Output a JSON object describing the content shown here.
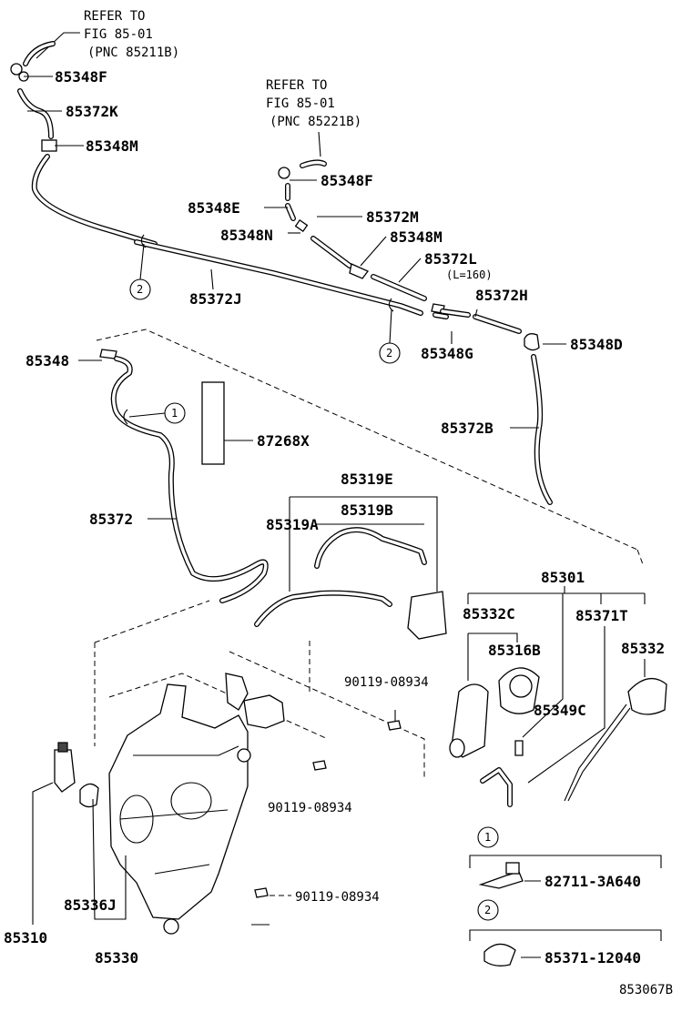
{
  "refer_notes": [
    {
      "line1": "REFER TO",
      "line2": "FIG 85-01",
      "line3": "(PNC 85211B)"
    },
    {
      "line1": "REFER TO",
      "line2": "FIG 85-01",
      "line3": "(PNC 85221B)"
    }
  ],
  "labels": {
    "p85348F_a": "85348F",
    "p85372K": "85372K",
    "p85348M_a": "85348M",
    "p85348F_b": "85348F",
    "p85348E": "85348E",
    "p85372M": "85372M",
    "p85348N": "85348N",
    "p85348M_b": "85348M",
    "p85372L": "85372L",
    "p85372L_note": "(L=160)",
    "p85372J": "85372J",
    "p85372H": "85372H",
    "p85348D": "85348D",
    "p85348G": "85348G",
    "p85348": "85348",
    "p87268X": "87268X",
    "p85372B": "85372B",
    "p85372": "85372",
    "p85319E": "85319E",
    "p85319B": "85319B",
    "p85319A": "85319A",
    "p85301": "85301",
    "p85332C": "85332C",
    "p85371T": "85371T",
    "p85316B": "85316B",
    "p85332": "85332",
    "p85349C": "85349C",
    "p90119_a": "90119-08934",
    "p90119_b": "90119-08934",
    "p90119_c": "90119-08934",
    "p85336J": "85336J",
    "p85310": "85310",
    "p85330": "85330"
  },
  "callouts": {
    "one": "1",
    "two": "2"
  },
  "legend": {
    "one_num": "1",
    "one_part": "82711-3A640",
    "two_num": "2",
    "two_part": "85371-12040"
  },
  "figure_code": "853067B"
}
